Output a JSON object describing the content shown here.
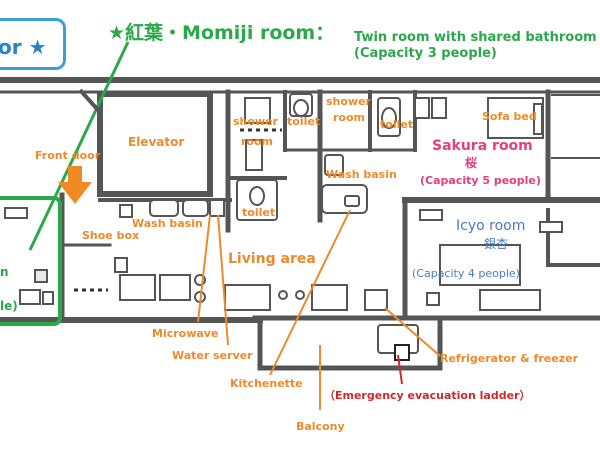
{
  "floor_label": "or ★",
  "momiji": {
    "title": "★紅葉・Momiji room：",
    "subtitle": "Twin room with shared bathroom",
    "capacity": "(Capacity 3 people)",
    "fragment_n": "n",
    "fragment_le": "le)"
  },
  "sakura": {
    "name": "Sakura room",
    "kanji": "桜",
    "capacity": "(Capacity 5 people)"
  },
  "icyo": {
    "name": "Icyo room",
    "kanji": "銀杏",
    "capacity": "(Capacity 4 people)"
  },
  "labels": {
    "front_door": "Front door",
    "elevator": "Elevator",
    "shower_room_1_line1": "shower",
    "shower_room_1_line2": "room",
    "toilet_1": "toilet",
    "shower_room_2_line1": "shower",
    "shower_room_2_line2": "room",
    "toilet_2": "toilet",
    "sofa_bed": "Sofa bed",
    "wash_basin_1": "Wash basin",
    "wash_basin_2": "Wash basin",
    "toilet_3": "toilet",
    "shoe_box": "Shoe box",
    "living_area": "Living area",
    "microwave": "Microwave",
    "water_server": "Water server",
    "kitchenette": "Kitchenette",
    "refrigerator": "Refrigerator & freezer",
    "emergency_ladder": "（Emergency evacuation ladder）",
    "balcony": "Balcony"
  },
  "colors": {
    "wall": "#555555",
    "label_orange": "#ec8a2c",
    "momiji_green": "#2aa84a",
    "sakura_pink": "#e0407e",
    "icyo_blue": "#4a78c8",
    "ladder_red": "#cc2a2a",
    "floor_blue": "#3aa0d8",
    "arrow_orange": "#f08a24"
  }
}
